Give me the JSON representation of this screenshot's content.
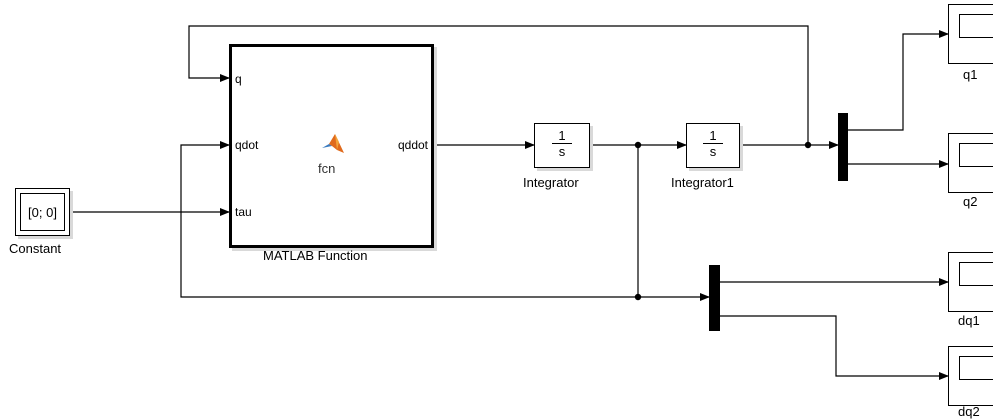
{
  "constant": {
    "value": "[0; 0]",
    "name": "Constant"
  },
  "matlab_function": {
    "name": "MATLAB Function",
    "body": "fcn",
    "inputs": [
      "q",
      "qdot",
      "tau"
    ],
    "output": "qddot",
    "logo_icon": "matlab-logo-icon"
  },
  "integrators": [
    {
      "name": "Integrator",
      "numerator": "1",
      "denominator": "s"
    },
    {
      "name": "Integrator1",
      "numerator": "1",
      "denominator": "s"
    }
  ],
  "scopes": [
    {
      "name": "q1"
    },
    {
      "name": "q2"
    },
    {
      "name": "dq1"
    },
    {
      "name": "dq2"
    }
  ],
  "colors": {
    "wire": "#000000",
    "block_border": "#000000",
    "shadow": "#d9d9d9",
    "mux": "#000000"
  }
}
